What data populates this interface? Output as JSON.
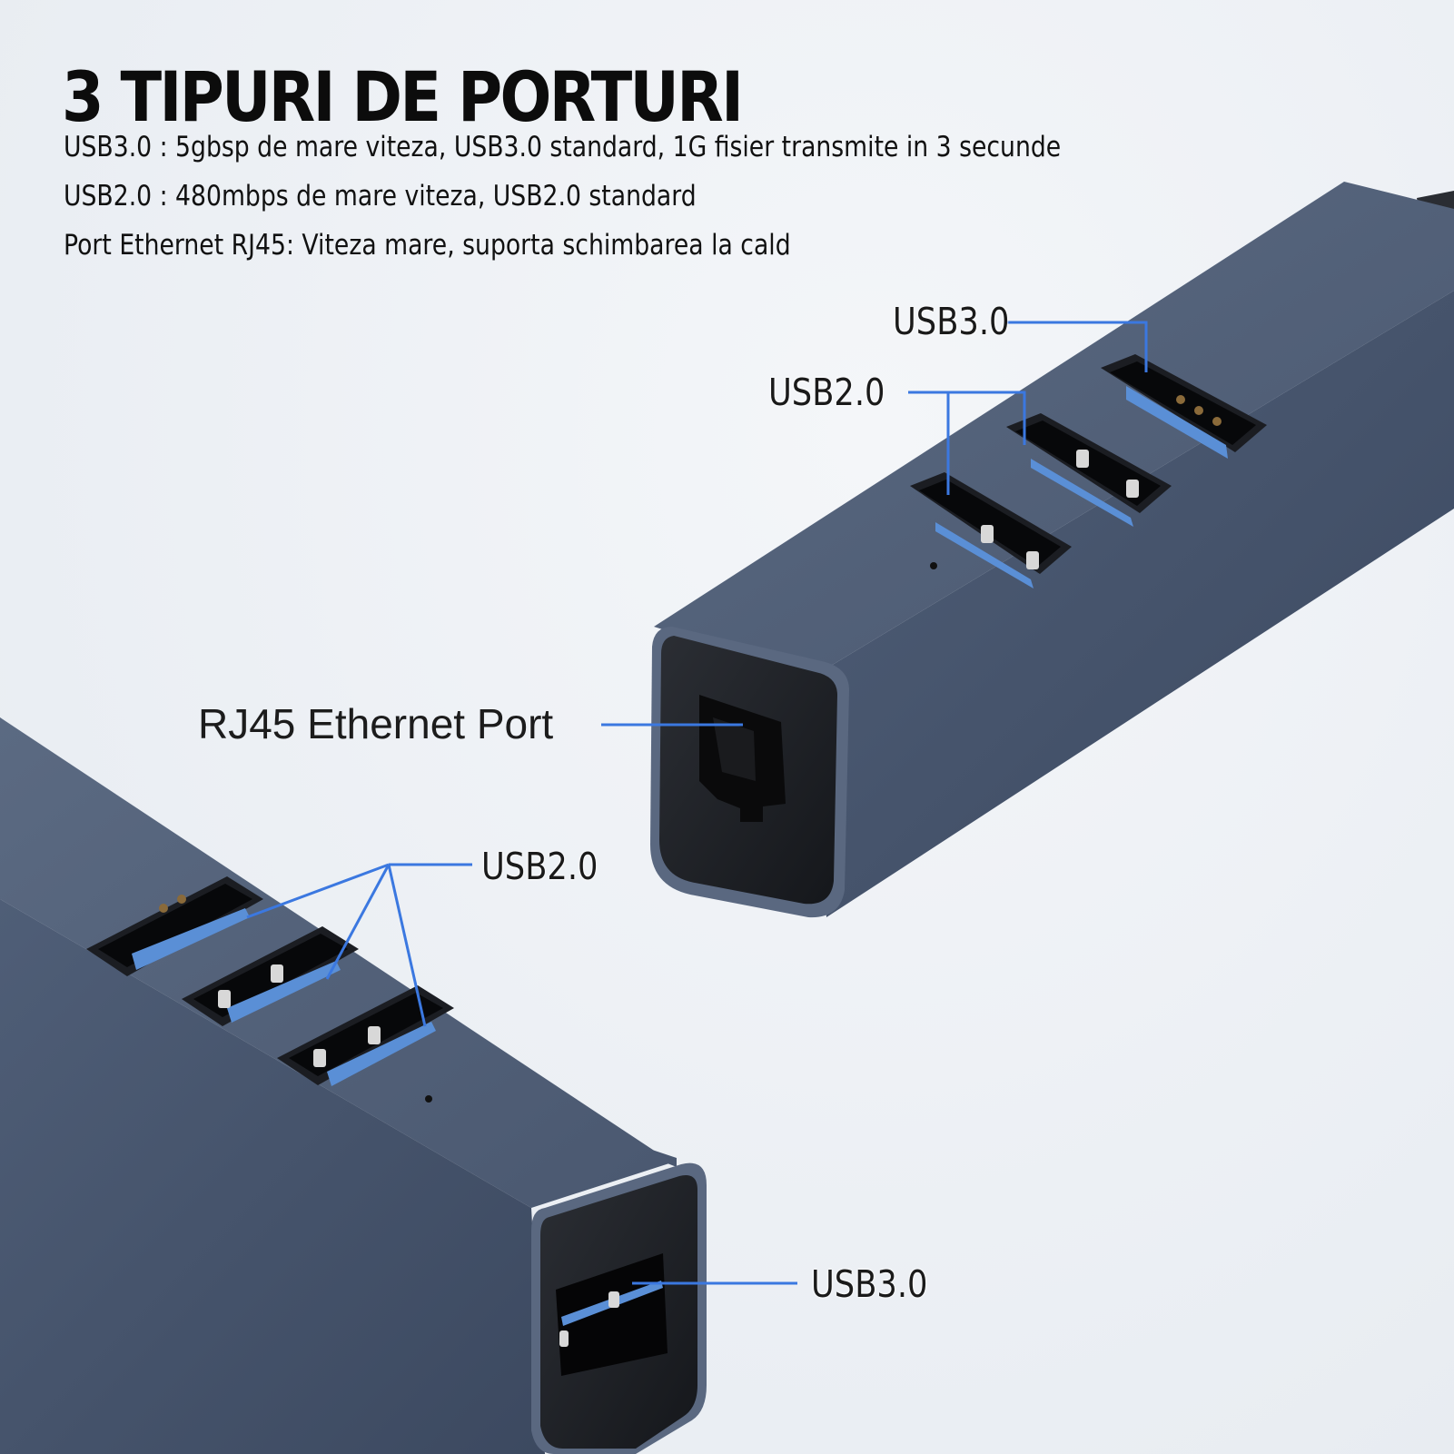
{
  "heading": {
    "title": "3 TIPURI DE PORTURI",
    "specs": [
      "USB3.0 : 5gbsp de mare viteza, USB3.0 standard, 1G fisier transmite in 3 secunde",
      "USB2.0 : 480mbps de mare viteza, USB2.0 standard",
      "Port Ethernet RJ45: Viteza mare, suporta schimbarea la cald"
    ]
  },
  "callouts": {
    "top_hub": {
      "usb30": "USB3.0",
      "usb20": "USB2.0",
      "rj45": "RJ45 Ethernet Port"
    },
    "bottom_hub": {
      "usb20": "USB2.0",
      "usb30": "USB3.0"
    }
  },
  "colors": {
    "background": "#eef2f6",
    "hub_body": "#4a5a72",
    "hub_face_dark": "#3f4d63",
    "port_frame": "#1b1d22",
    "usb3_tongue": "#5a8fd6",
    "callout_line": "#3b78e0",
    "text": "#111111"
  }
}
